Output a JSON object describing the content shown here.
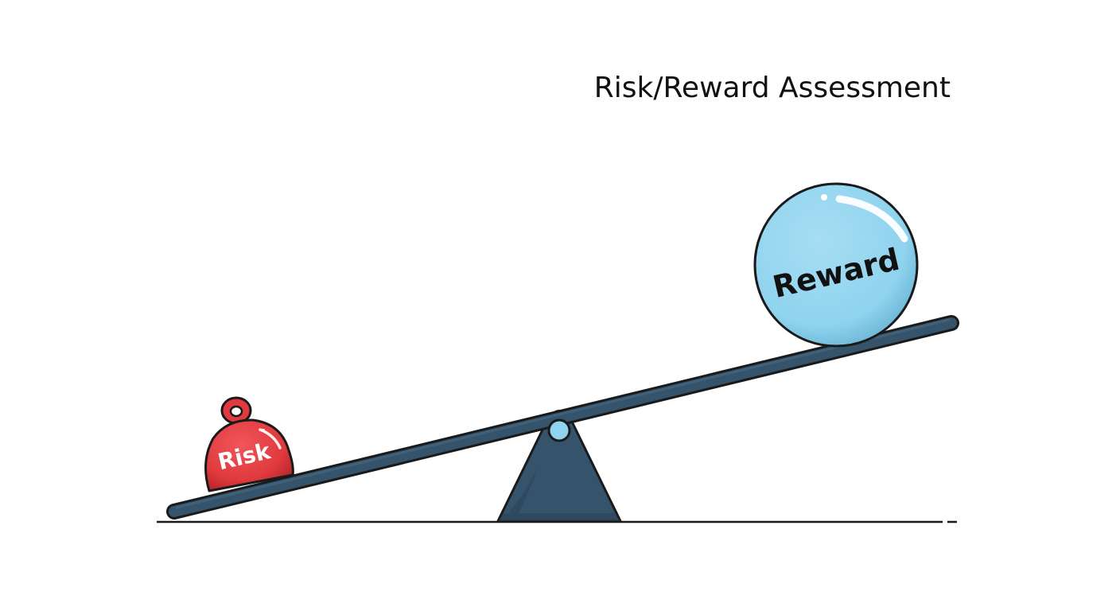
{
  "title": "Risk/Reward Assessment",
  "left_weight": {
    "label": "Risk"
  },
  "right_weight": {
    "label": "Reward"
  },
  "colors": {
    "risk": "#e03a3e",
    "reward": "#8fd3ee",
    "beam": "#35536b",
    "outline": "#1a1a1a"
  }
}
